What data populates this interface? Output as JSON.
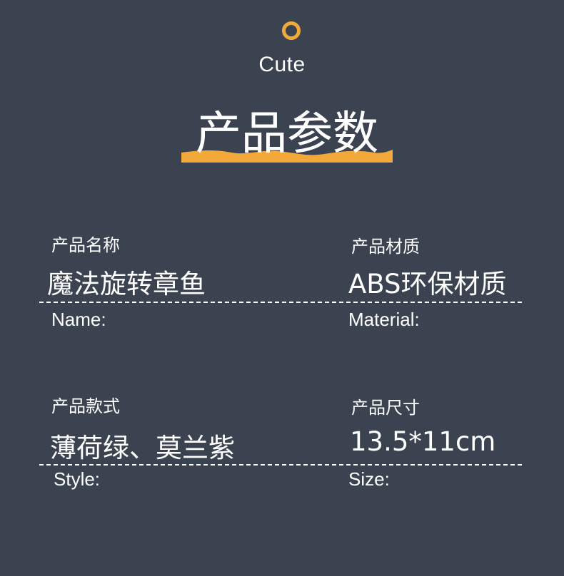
{
  "header": {
    "tag": "Cute",
    "title": "产品参数"
  },
  "colors": {
    "background": "#3b4350",
    "accent": "#f3a93a",
    "text": "#ffffff"
  },
  "params": [
    {
      "label_cn": "产品名称",
      "value": "魔法旋转章鱼",
      "label_en": "Name:"
    },
    {
      "label_cn": "产品材质",
      "value": "ABS环保材质",
      "label_en": "Material:"
    },
    {
      "label_cn": "产品款式",
      "value": "薄荷绿、莫兰紫",
      "label_en": "Style:"
    },
    {
      "label_cn": "产品尺寸",
      "value": "13.5*11cm",
      "label_en": "Size:"
    }
  ]
}
